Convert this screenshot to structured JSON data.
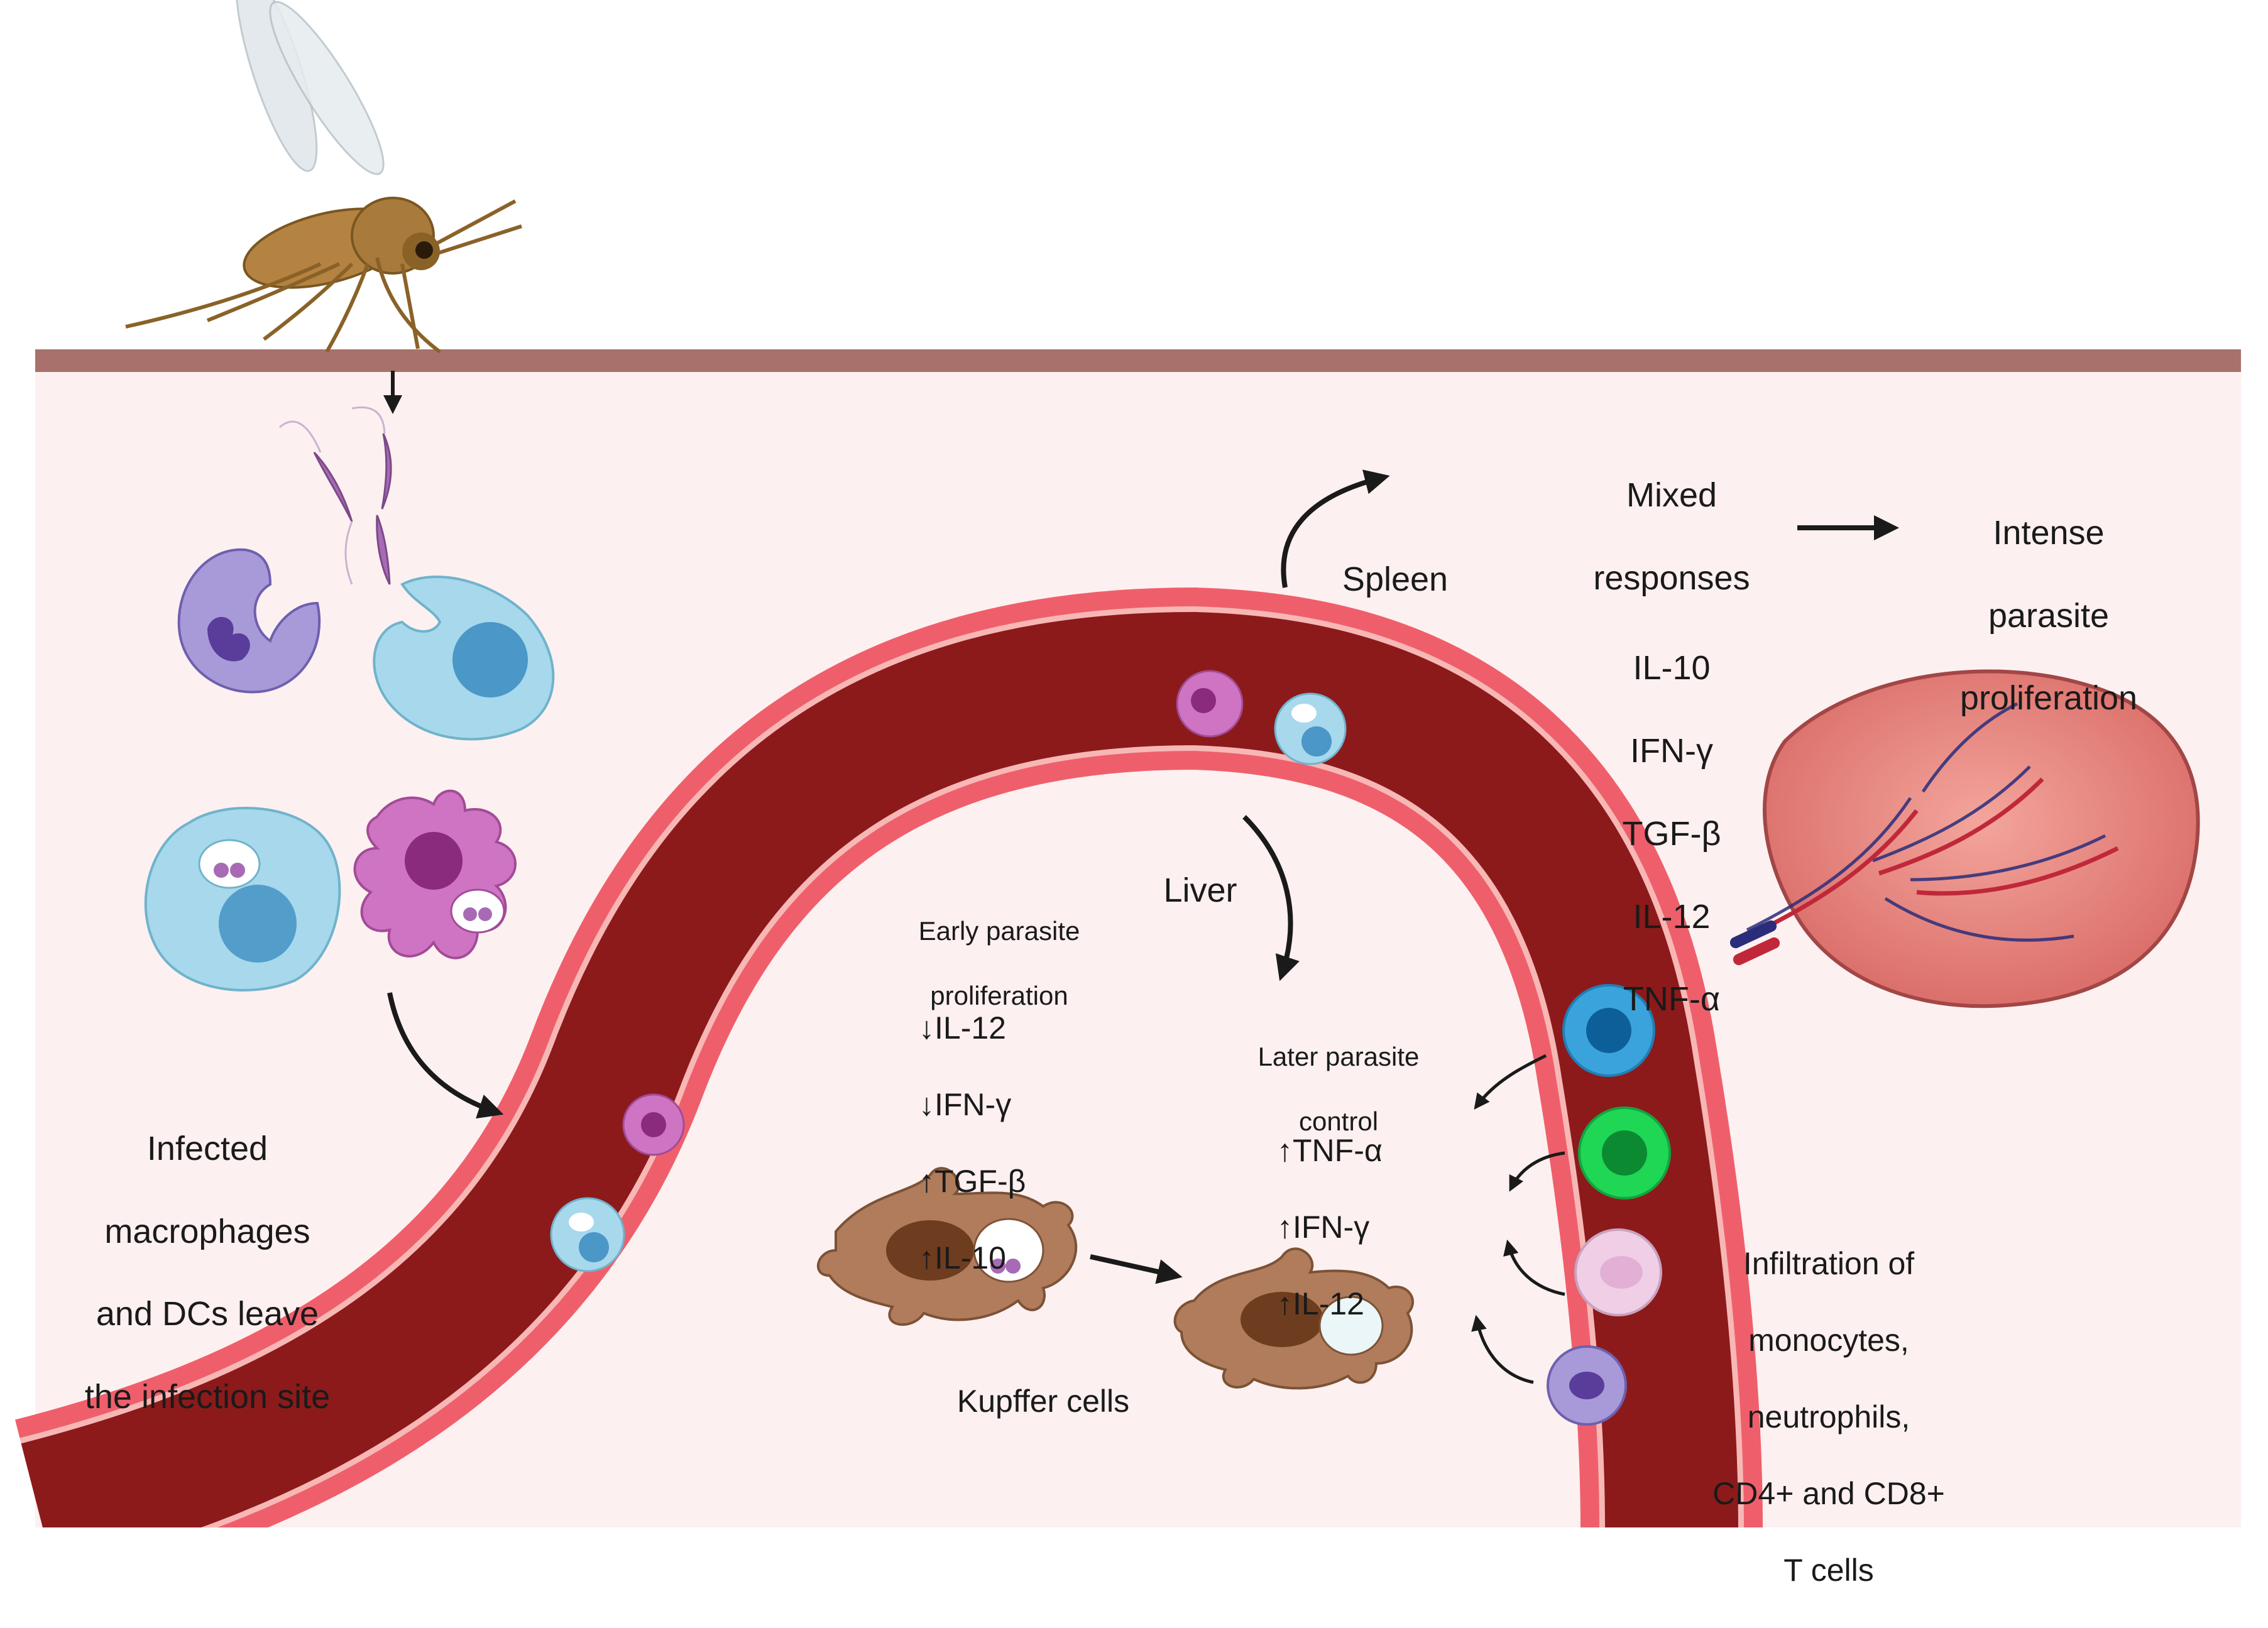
{
  "colors": {
    "skin_surface": "#a8716b",
    "tissue_background": "#fdf0f0",
    "vessel_wall": "#ef5f6b",
    "vessel_inner_line": "#f7b7b5",
    "vessel_lumen": "#8c1a1a",
    "macrophage": "#a7d8ec",
    "dendritic_cell": "#cf74c3",
    "kupffer_cell": "#b07c5c",
    "monocyte": "#3aa3db",
    "neutrophil": "#1fd655",
    "lymphocyte": "#f0cfe6",
    "leishmania": "#a86ab5",
    "spleen": "#d95f5f",
    "arrow": "#1a1a1a"
  },
  "icons": [
    "sandfly-icon",
    "promastigote-icon",
    "neutrophil-icon",
    "macrophage-icon",
    "infected-macrophage-icon",
    "infected-dendritic-cell-icon",
    "kupffer-cell-icon",
    "monocyte-icon",
    "t-cell-icon",
    "spleen-icon"
  ],
  "labels": {
    "infection_site": [
      "Infected",
      "macrophages",
      "and DCs leave",
      "the infection site"
    ],
    "spleen": "Spleen",
    "liver": "Liver",
    "mixed_responses": {
      "title": [
        "Mixed",
        "responses"
      ],
      "cytokines": [
        "IL-10",
        "IFN-γ",
        "TGF-β",
        "IL-12",
        "TNF-α"
      ]
    },
    "intense_proliferation": [
      "Intense",
      "parasite",
      "proliferation"
    ],
    "early_proliferation": {
      "title": [
        "Early parasite",
        "proliferation"
      ],
      "cytokines": [
        "↓IL-12",
        "↓IFN-γ",
        "↑TGF-β",
        "↑IL-10"
      ]
    },
    "later_control": {
      "title": [
        "Later parasite",
        "control"
      ],
      "cytokines": [
        "↑TNF-α",
        "↑IFN-γ",
        "↑IL-12"
      ]
    },
    "kupffer_cells": "Kupffer cells",
    "infiltration": [
      "Infiltration of",
      "monocytes,",
      "neutrophils,",
      "CD4+ and CD8+",
      "T cells"
    ]
  }
}
